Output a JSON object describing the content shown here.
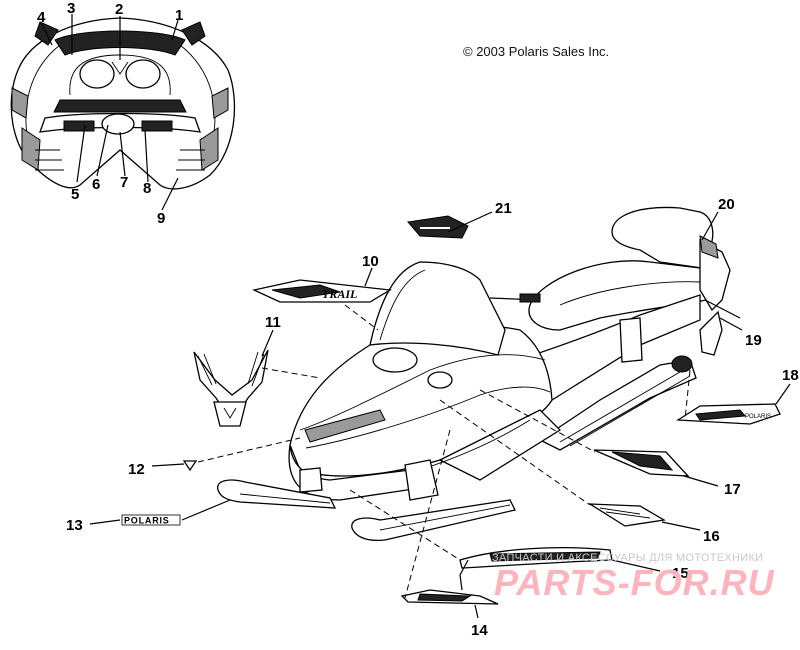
{
  "copyright": "© 2003 Polaris Sales Inc.",
  "watermark": {
    "tagline": "ЗАПЧАСТИ И АКСЕССУАРЫ ДЛЯ МОТОТЕХНИКИ",
    "logo": "PARTS-FOR.RU"
  },
  "callouts": [
    "1",
    "2",
    "3",
    "4",
    "5",
    "6",
    "7",
    "8",
    "9",
    "10",
    "11",
    "12",
    "13",
    "14",
    "15",
    "16",
    "17",
    "18",
    "19",
    "20",
    "21"
  ],
  "decal_texts": {
    "polaris": "POLARIS",
    "trail": "TRAIL",
    "polaris_small": "POLARIS"
  },
  "colors": {
    "ink": "#000000",
    "watermark": "#ffb3bd"
  }
}
